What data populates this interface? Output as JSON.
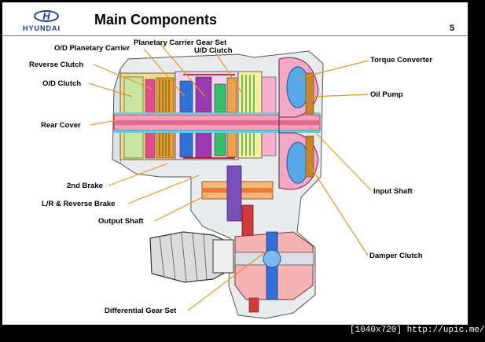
{
  "header": {
    "brand": "HYUNDAI",
    "brand_mark": "H",
    "title": "Main Components",
    "page_number": "5"
  },
  "labels": {
    "od_planetary_carrier": "O/D Planetary Carrier",
    "planetary_carrier_gear_set": "Planetary Carrier Gear Set",
    "ud_clutch": "U/D Clutch",
    "reverse_clutch": "Reverse Clutch",
    "od_clutch": "O/D Clutch",
    "rear_cover": "Rear Cover",
    "second_brake": "2nd Brake",
    "lr_reverse_brake": "L/R & Reverse Brake",
    "output_shaft": "Output Shaft",
    "differential_gear_set": "Differential Gear Set",
    "torque_converter": "Torque Converter",
    "oil_pump": "Oil Pump",
    "input_shaft": "Input Shaft",
    "damper_clutch": "Damper Clutch"
  },
  "footer": {
    "caption": "[1040x720] http://upic.me/"
  },
  "colors": {
    "leader_line": "#e8961e",
    "brand_blue": "#1a3c8e"
  }
}
